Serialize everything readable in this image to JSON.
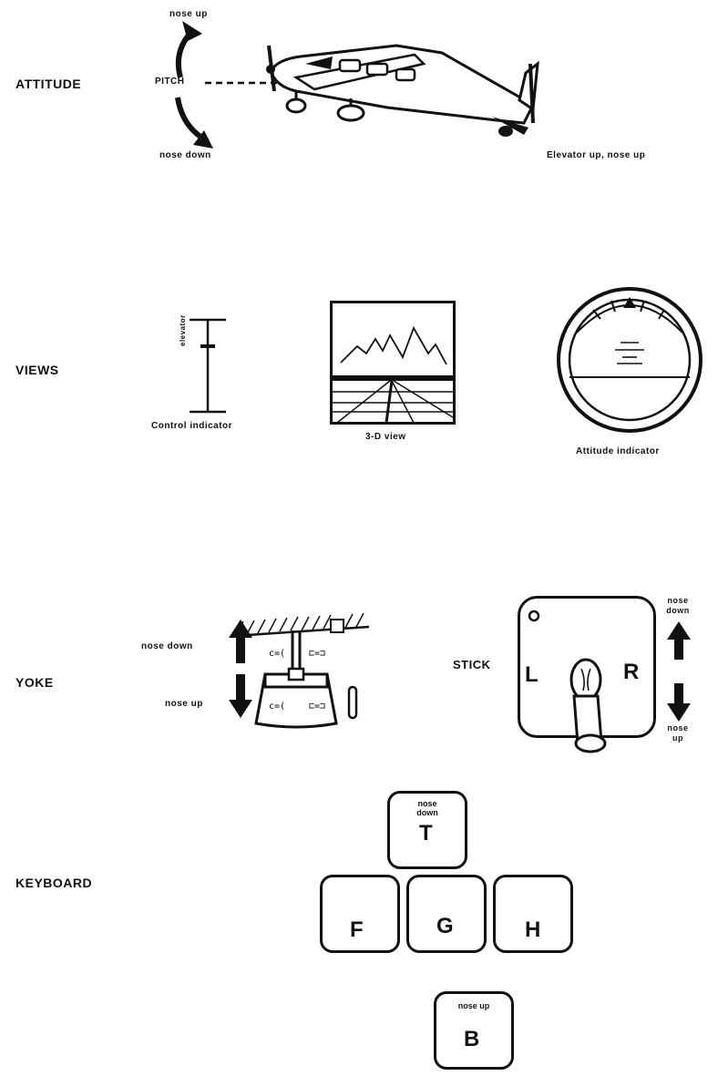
{
  "sections": {
    "attitude": "ATTITUDE",
    "views": "VIEWS",
    "yoke": "YOKE",
    "keyboard": "KEYBOARD"
  },
  "attitude": {
    "nose_up": "nose up",
    "nose_down": "nose down",
    "pitch": "PITCH",
    "elevator": "Elevator up, nose up"
  },
  "views": {
    "control_indicator": "Control indicator",
    "control_scale": "elevator",
    "view_3d": "3-D view",
    "attitude_indicator": "Attitude indicator"
  },
  "yoke": {
    "nose_down": "nose down",
    "nose_up": "nose up"
  },
  "stick": {
    "label": "STICK",
    "left": "L",
    "right": "R",
    "nose_down_line1": "nose",
    "nose_down_line2": "down",
    "nose_up_line1": "nose",
    "nose_up_line2": "up"
  },
  "keyboard": {
    "keys": [
      {
        "letter": "T",
        "sub_line1": "nose",
        "sub_line2": "down"
      },
      {
        "letter": "F"
      },
      {
        "letter": "G"
      },
      {
        "letter": "H"
      },
      {
        "letter": "B",
        "sub_line1": "nose up"
      }
    ]
  }
}
